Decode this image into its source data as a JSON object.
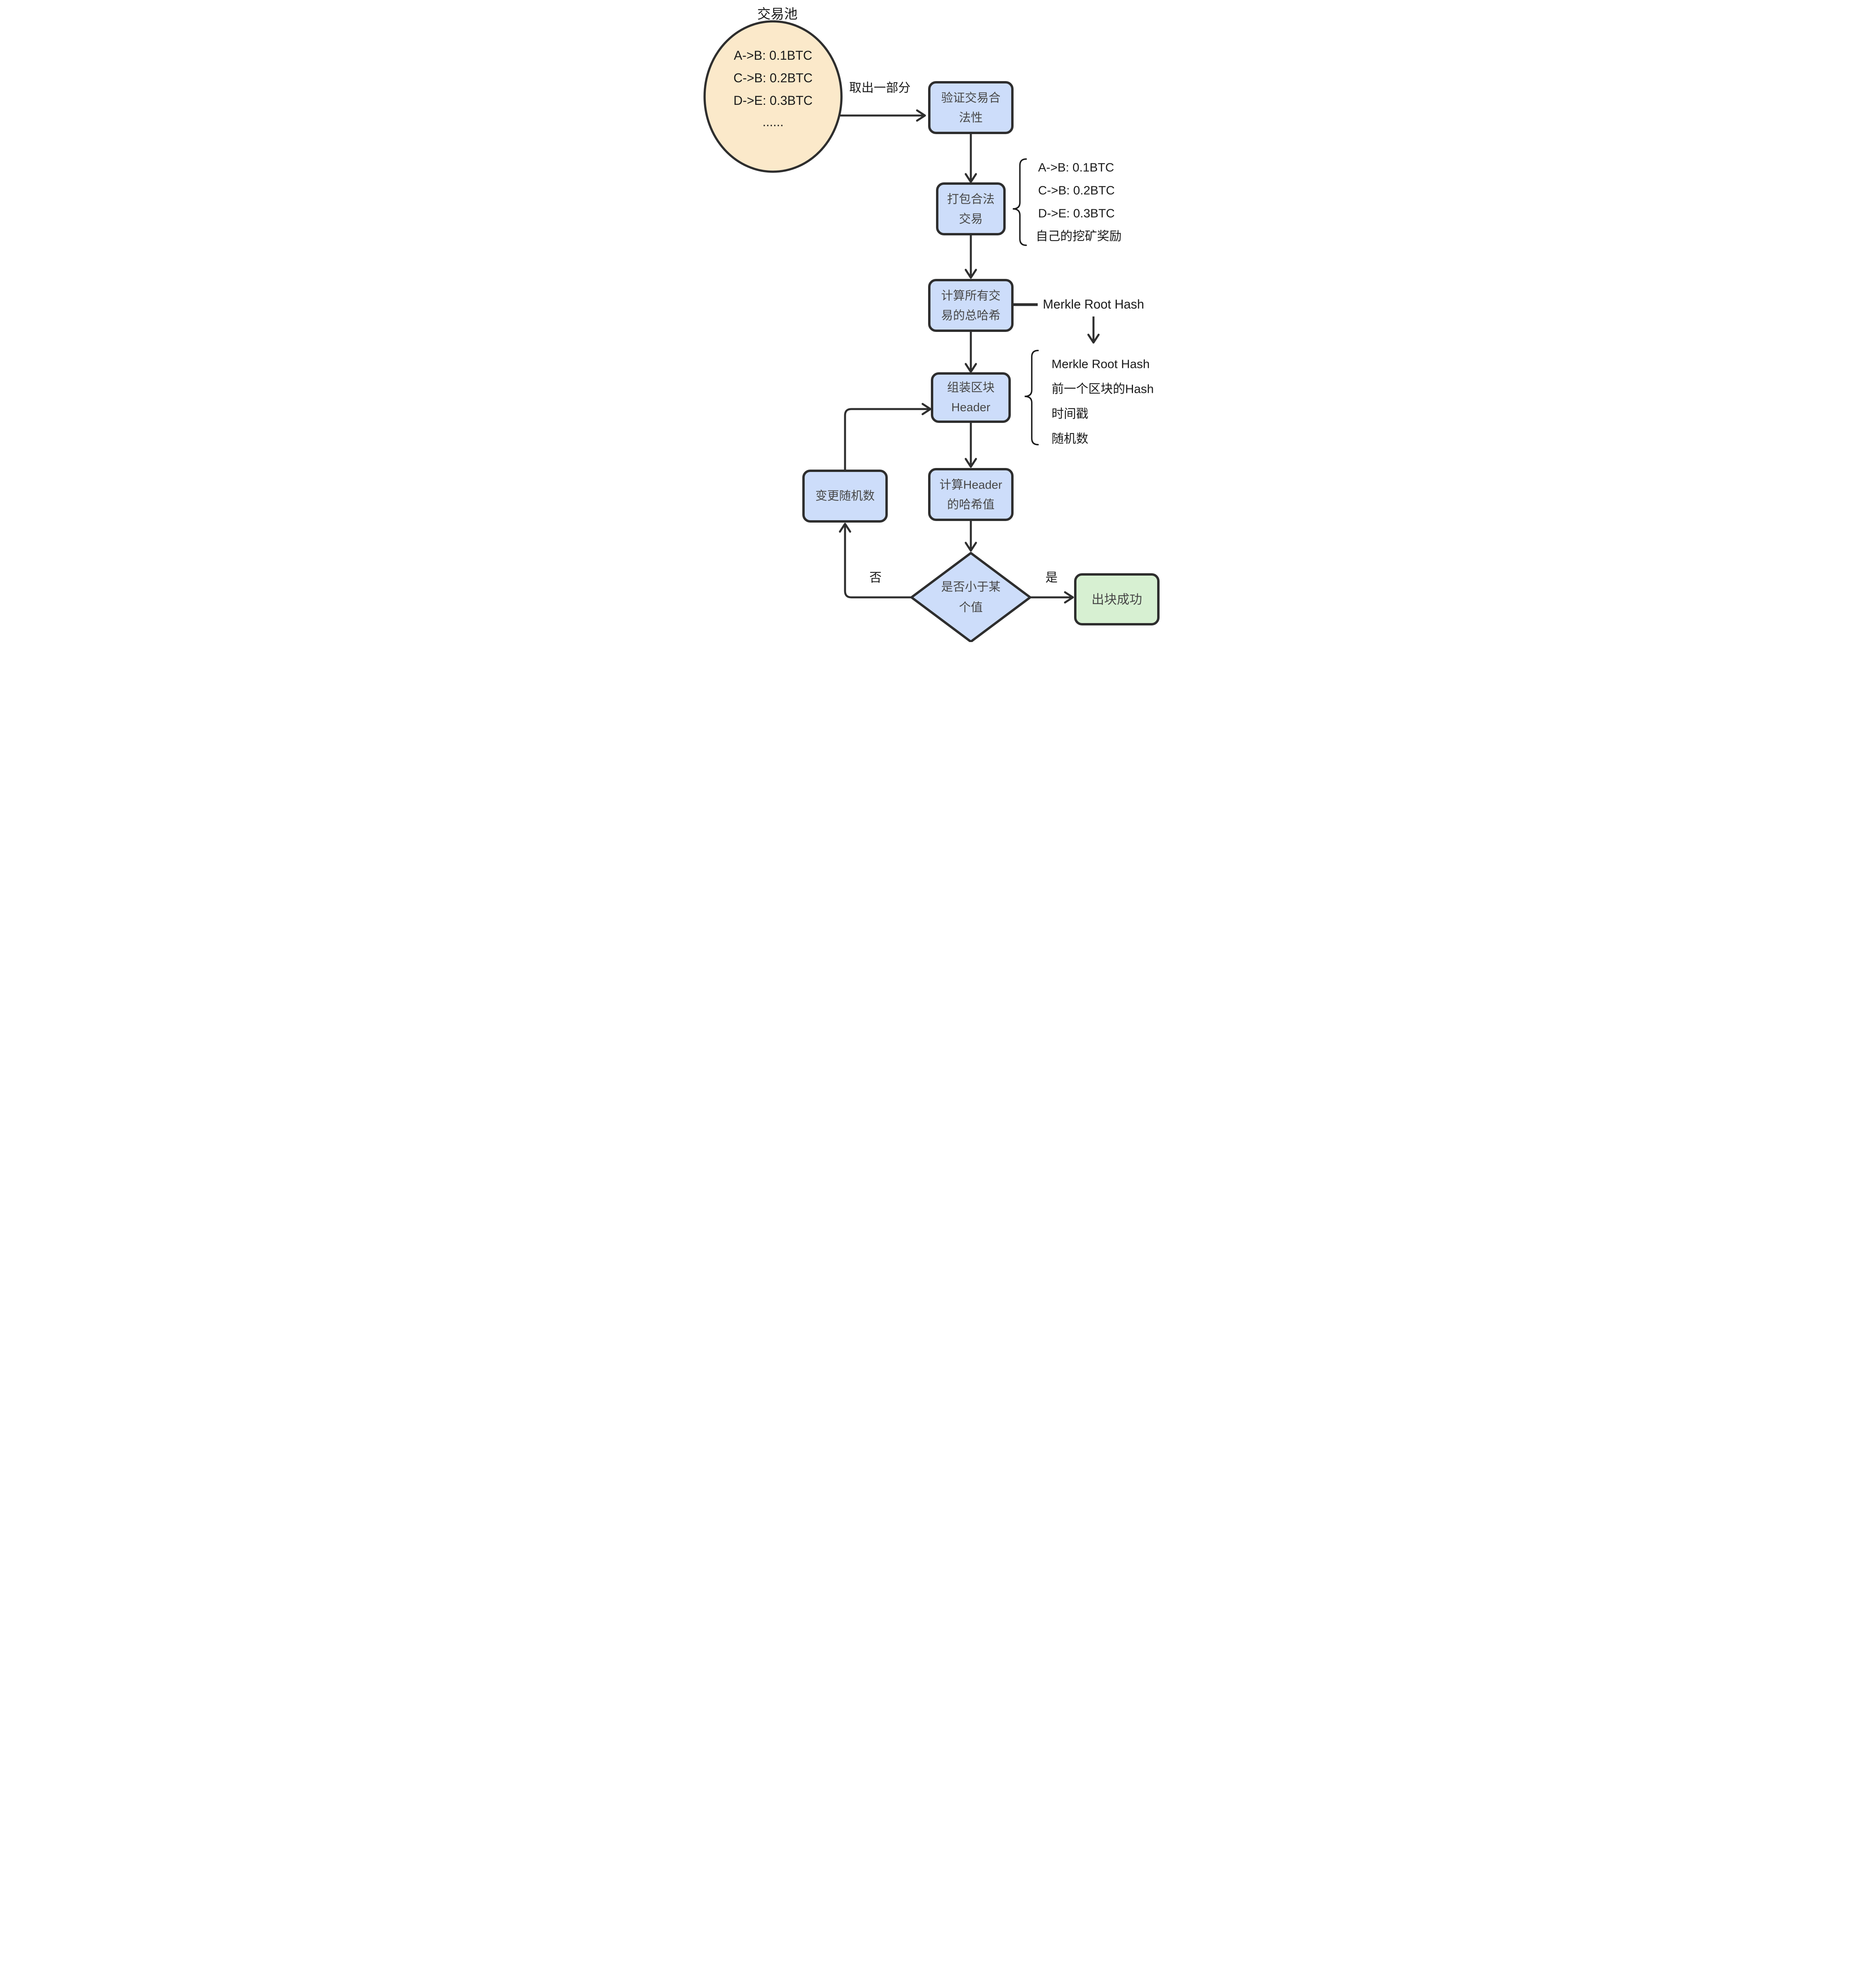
{
  "title": "交易池",
  "pool": {
    "tx1": "A->B: 0.1BTC",
    "tx2": "C->B: 0.2BTC",
    "tx3": "D->E: 0.3BTC",
    "more": "......"
  },
  "labels": {
    "take_out": "取出一部分",
    "no": "否",
    "yes": "是"
  },
  "nodes": {
    "verify": {
      "line1": "验证交易合",
      "line2": "法性"
    },
    "package": {
      "line1": "打包合法",
      "line2": "交易"
    },
    "hash_all": {
      "line1": "计算所有交",
      "line2": "易的总哈希"
    },
    "assemble": {
      "line1": "组装区块",
      "line2": "Header"
    },
    "hash_header": {
      "line1": "计算Header",
      "line2": "的哈希值"
    },
    "check_target": {
      "line1": "是否小于某",
      "line2": "个值"
    },
    "change_nonce": {
      "label": "变更随机数"
    },
    "success": {
      "label": "出块成功"
    }
  },
  "annotations": {
    "merkle": "Merkle Root Hash",
    "package_brace": [
      "A->B: 0.1BTC",
      "C->B: 0.2BTC",
      "D->E: 0.3BTC",
      "自己的挖矿奖励"
    ],
    "header_brace": [
      "Merkle Root Hash",
      "前一个区块的Hash",
      "时间戳",
      "随机数"
    ]
  },
  "colors": {
    "process_fill": "#cdddfa",
    "pool_fill": "#fbe9ca",
    "success_fill": "#d7f0d2",
    "outline": "#2e2e2e",
    "node_text": "#474747",
    "label_text": "#1a1a1a"
  }
}
